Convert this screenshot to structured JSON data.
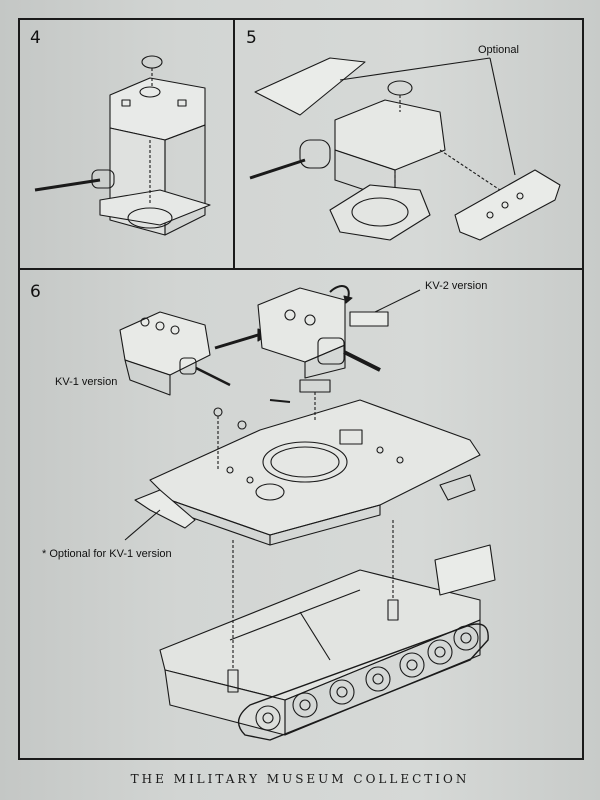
{
  "steps": {
    "step4": {
      "number": "4"
    },
    "step5": {
      "number": "5",
      "optional_label": "Optional"
    },
    "step6": {
      "number": "6",
      "kv2_label": "KV-2 version",
      "kv1_label": "KV-1 version",
      "kv1_optional_note": "* Optional for KV-1 version"
    }
  },
  "footer": {
    "text": "THE MILITARY MUSEUM COLLECTION"
  }
}
